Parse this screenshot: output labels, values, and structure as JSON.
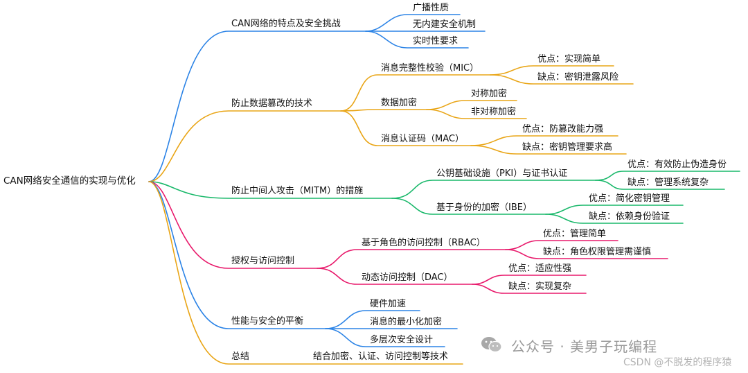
{
  "root": "CAN网络安全通信的实现与优化",
  "branches": {
    "b1": {
      "label": "CAN网络的特点及安全挑战",
      "color": "#2b83e6",
      "items": [
        "广播性质",
        "无内建安全机制",
        "实时性要求"
      ]
    },
    "b2": {
      "label": "防止数据篡改的技术",
      "color": "#e9a516",
      "mic": {
        "label": "消息完整性校验（MIC）",
        "pro": "优点：实现简单",
        "con": "缺点：密钥泄露风险"
      },
      "enc": {
        "label": "数据加密",
        "a": "对称加密",
        "b": "非对称加密"
      },
      "mac": {
        "label": "消息认证码（MAC）",
        "pro": "优点：防篡改能力强",
        "con": "缺点：密钥管理要求高"
      }
    },
    "b3": {
      "label": "防止中间人攻击（MITM）的措施",
      "color": "#19b86a",
      "pki": {
        "label": "公钥基础设施（PKI）与证书认证",
        "pro": "优点：有效防止伪造身份",
        "con": "缺点：管理系统复杂"
      },
      "ibe": {
        "label": "基于身份的加密（IBE）",
        "pro": "优点：简化密钥管理",
        "con": "缺点：依赖身份验证"
      }
    },
    "b4": {
      "label": "授权与访问控制",
      "color": "#e8196b",
      "rbac": {
        "label": "基于角色的访问控制（RBAC）",
        "pro": "优点：管理简单",
        "con": "缺点：角色权限管理需谨慎"
      },
      "dac": {
        "label": "动态访问控制（DAC）",
        "pro": "优点：适应性强",
        "con": "缺点：实现复杂"
      }
    },
    "b5": {
      "label": "性能与安全的平衡",
      "color": "#2b83e6",
      "items": [
        "硬件加速",
        "消息的最小化加密",
        "多层次安全设计"
      ]
    },
    "b6": {
      "label": "总结",
      "color": "#e9a516",
      "item": "结合加密、认证、访问控制等技术"
    }
  },
  "watermark": {
    "main": "公众号 · 美男子玩编程",
    "sub": "CSDN @不脱发的程序猿"
  }
}
